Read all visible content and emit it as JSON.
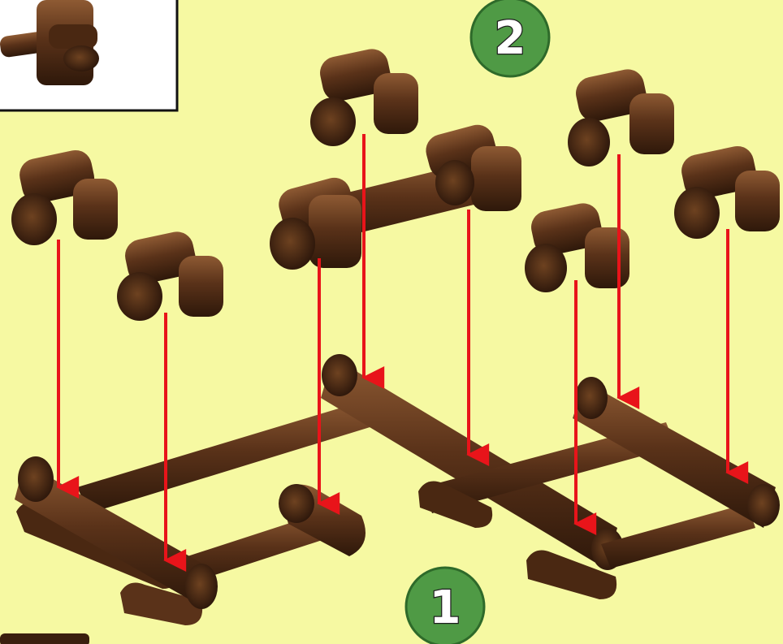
{
  "colors": {
    "background": "#f6f9a2",
    "log_dark": "#3a1f0e",
    "log_mid": "#5a3219",
    "log_light": "#7a4a27",
    "log_highlight": "#8e5a33",
    "arrow": "#e8141a",
    "badge_fill": "#4f9a45",
    "badge_stroke": "#2e6a2a",
    "badge_text": "#ffffff"
  },
  "steps": [
    {
      "label": "2"
    },
    {
      "label": "1"
    }
  ],
  "preview_icon": "log-assembly-thumbnail"
}
